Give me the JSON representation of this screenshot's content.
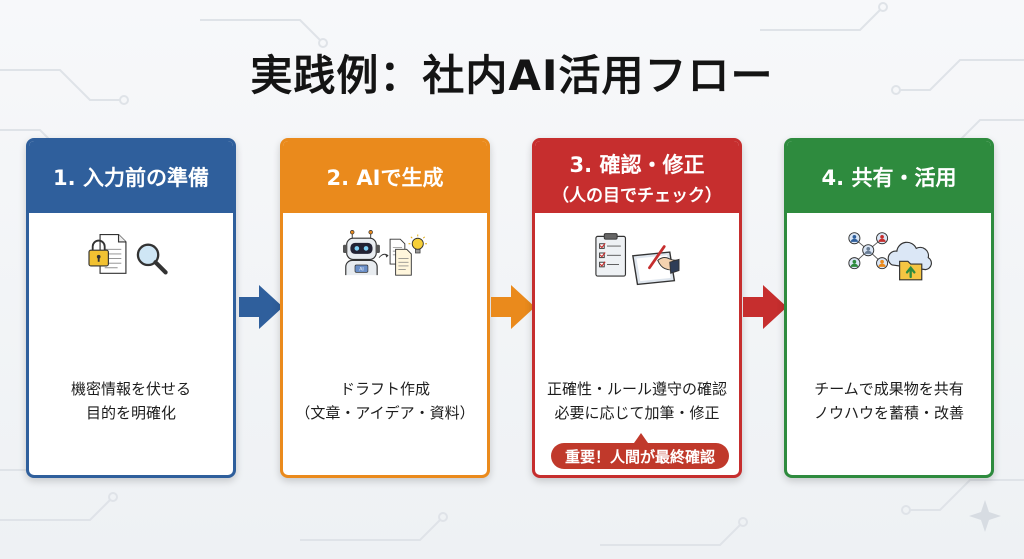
{
  "title": "実践例：社内AI活用フロー",
  "steps": [
    {
      "header": "1. 入力前の準備",
      "color": "#2f5f9c",
      "border": "#2f5f9c",
      "desc_lines": [
        "機密情報を伏せる",
        "目的を明確化"
      ]
    },
    {
      "header": "2. AIで生成",
      "color": "#ea8a1c",
      "border": "#ea8a1c",
      "robot_label": "AI",
      "desc_lines": [
        "ドラフト作成",
        "（文章・アイデア・資料）"
      ]
    },
    {
      "header": "3. 確認・修正",
      "subheader": "（人の目でチェック）",
      "color": "#c62e2e",
      "border": "#c62e2e",
      "desc_lines": [
        "正確性・ルール遵守の確認",
        "必要に応じて加筆・修正"
      ],
      "badge": "重要！人間が最終確認"
    },
    {
      "header": "4. 共有・活用",
      "color": "#2e8b3e",
      "border": "#2e8b3e",
      "desc_lines": [
        "チームで成果物を共有",
        "ノウハウを蓄積・改善"
      ]
    }
  ],
  "arrow_colors": [
    "#2f5f9c",
    "#ea8a1c",
    "#c62e2e"
  ]
}
